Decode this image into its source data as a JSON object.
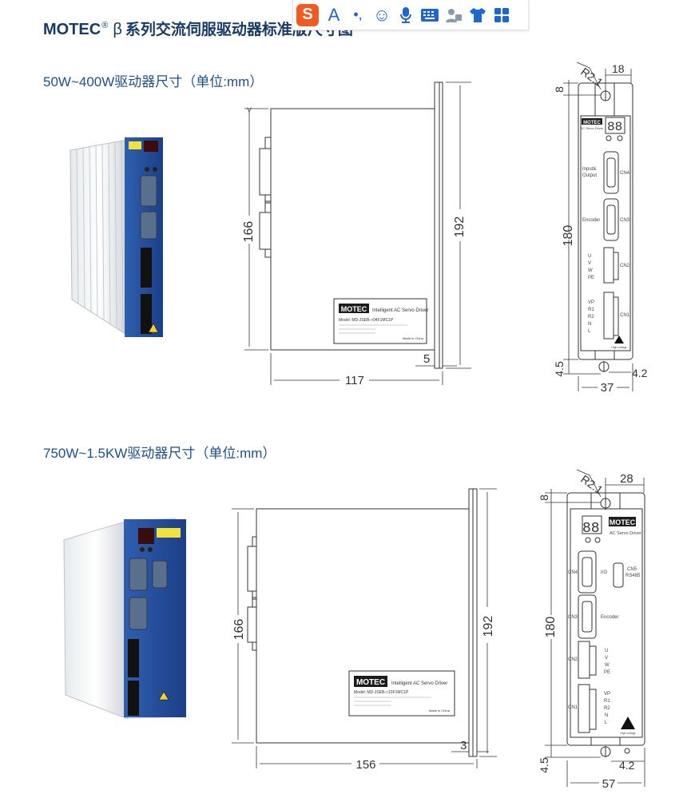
{
  "header": {
    "brand": "MOTEC",
    "reg": "®",
    "beta": "β",
    "title_cn": "系列交流伺服驱动器标准版尺寸图"
  },
  "toolbar": {
    "icons": [
      "sogou-logo-icon",
      "font-icon",
      "punctuation-icon",
      "emoji-icon",
      "microphone-icon",
      "keyboard-icon",
      "user-icon",
      "skin-shirt-icon",
      "menu-grid-icon"
    ],
    "logo_glyph": "S",
    "font_glyph": "A",
    "punct_glyph": "•,",
    "emoji_glyph": "☺",
    "mic_glyph": "🎤",
    "kbd_glyph": "⌨",
    "user_glyph": "👤",
    "shirt_glyph": "👕",
    "grid_glyph": "▦"
  },
  "section1": {
    "heading": "50W~400W驱动器尺寸（单位:mm）",
    "side": {
      "height": "166",
      "total": "192",
      "width": "117",
      "flange": "5"
    },
    "front": {
      "radius": "R2.1",
      "top": "18",
      "gap": "8",
      "height": "180",
      "bottom": "4.5",
      "slot": "4.2",
      "width": "37"
    },
    "labels": {
      "input_output": "Input&\nOutput",
      "encoder": "Encoder",
      "cn4": "CN4",
      "cn3": "CN3",
      "cn2": "CN2",
      "cn1": "CN1",
      "motor": [
        "U",
        "V",
        "W",
        "PE"
      ],
      "power": [
        "VP",
        "R1",
        "R2",
        "N",
        "L"
      ],
      "ac_servo": "AC Servo Driver",
      "warning": "High voltage"
    },
    "nameplate": {
      "brand": "MOTEC",
      "line": "Intelligent  AC Servo Driver",
      "model": "Model: MD-JSEB-□04F1MC1P",
      "made": "Made in China"
    }
  },
  "section2": {
    "heading": "750W~1.5KW驱动器尺寸（单位:mm）",
    "side": {
      "height": "166",
      "total": "192",
      "width": "156",
      "flange": "3"
    },
    "front": {
      "radius": "R2.1",
      "top": "28",
      "gap": "8",
      "height": "180",
      "bottom": "4.5",
      "slot": "4.2",
      "width": "57"
    },
    "labels": {
      "io": "I/O",
      "cn5": "CN5",
      "rs485": "RS485",
      "encoder": "Encoder",
      "cn4": "CN4",
      "cn3": "CN3",
      "cn2": "CN2",
      "cn1": "CN1",
      "motor": [
        "U",
        "V",
        "W",
        "PE"
      ],
      "power": [
        "VP",
        "R1",
        "R2",
        "N",
        "L"
      ],
      "ac_servo": "AC Servo Driver",
      "warning": "High voltage"
    },
    "nameplate": {
      "brand": "MOTEC",
      "line": "Intelligent  AC Servo Driver",
      "model": "Model: MD-JSEB-□10F1MC1P",
      "made": "Made in China"
    }
  }
}
